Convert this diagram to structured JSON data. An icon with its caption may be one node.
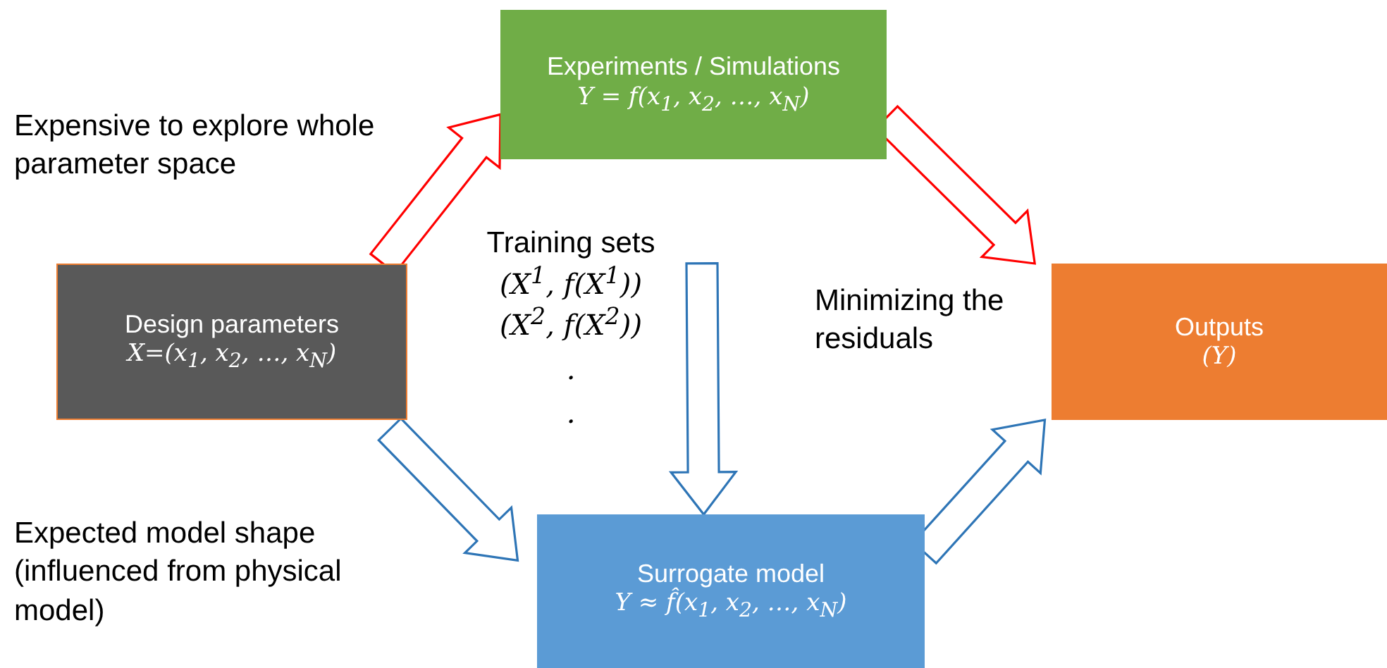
{
  "diagram": {
    "nodes": [
      {
        "text": [
          "Experiments / Simulations",
          "Y = f(x$_{1}$, x$_{2}$, …, x$_{N}$)"
        ]
      },
      {
        "text": [
          "Design parameters",
          "X=(x$_{1}$, x$_{2}$, …, x$_{N}$)"
        ]
      },
      {
        "text": [
          "Outputs",
          "(Y)"
        ]
      },
      {
        "text": [
          "Surrogate model",
          "Y ≈ f̂(x$_{1}$, x$_{2}$, …, x$_{N}$)"
        ]
      },
      {
        "text": [
          "Training sets",
          "(X$^{1}$, f(X$^{1}$))",
          "(X$^{2}$, f(X$^{2}$))",
          ".",
          "."
        ]
      }
    ],
    "edges": [
      {
        "from": 1,
        "to": 0,
        "arrow": "to",
        "color": "#ff0000"
      },
      {
        "from": 0,
        "to": 2,
        "arrow": "to",
        "color": "#ff0000"
      },
      {
        "from": 4,
        "to": 3,
        "arrow": "to"
      },
      {
        "from": 1,
        "to": 3,
        "arrow": "to"
      },
      {
        "from": 3,
        "to": 2,
        "arrow": "to"
      }
    ],
    "labels": [
      "Expensive to explore whole parameter space",
      "Minimizing the residuals",
      "Expected model shape (influenced from physical model)"
    ]
  }
}
